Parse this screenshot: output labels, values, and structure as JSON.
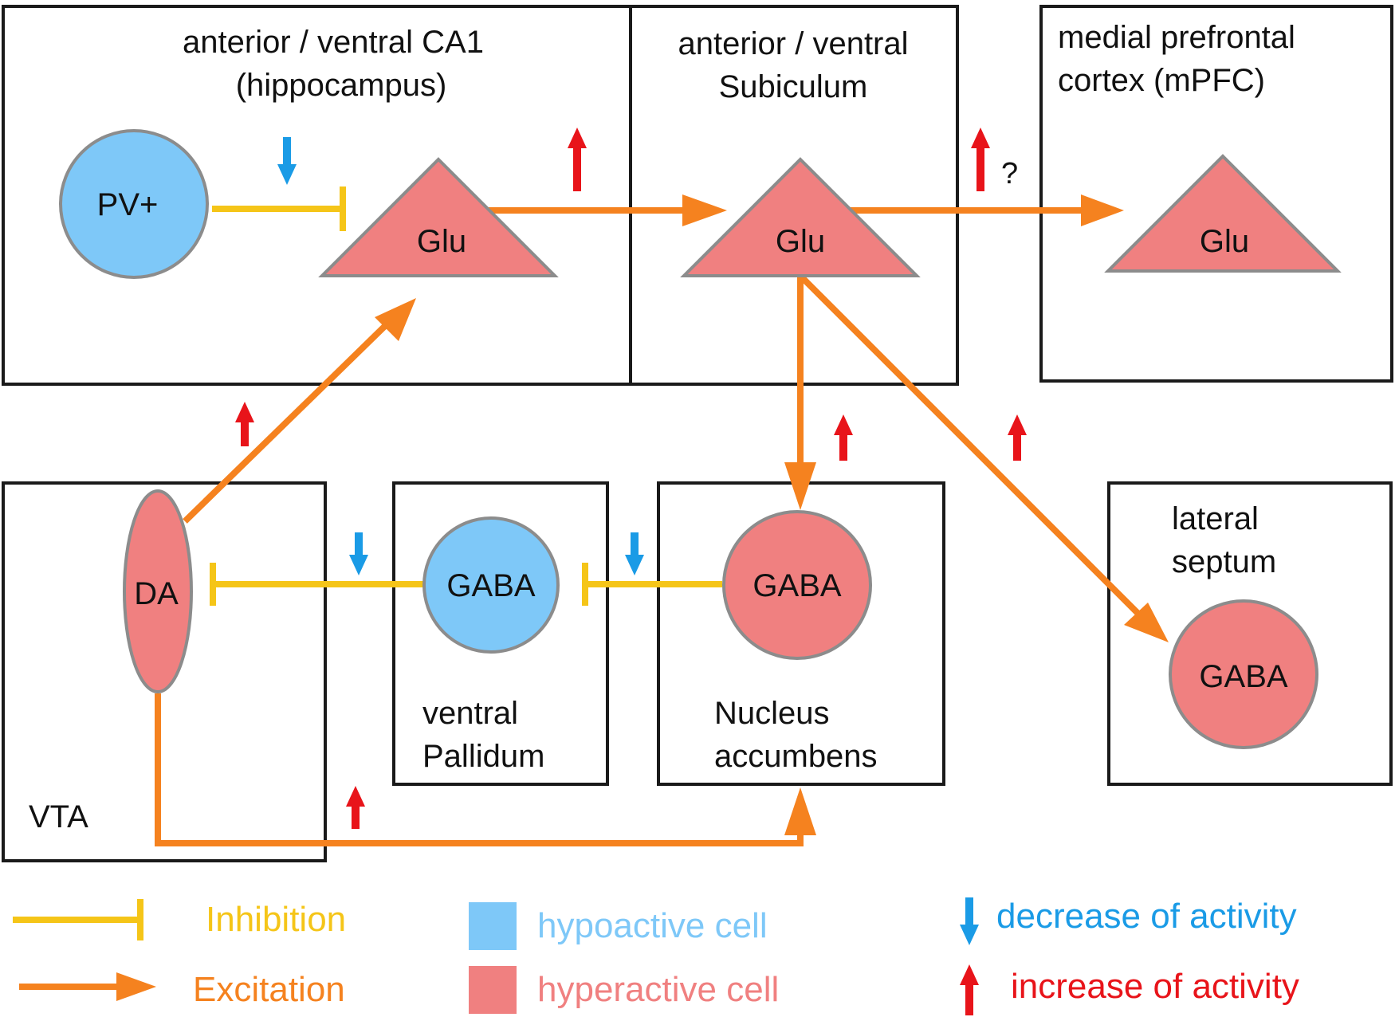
{
  "colors": {
    "inhibition": "#f5c518",
    "excitation": "#f5821f",
    "hypoactive": "#7ec8f8",
    "hyperactive": "#f08080",
    "decrease": "#1a9be6",
    "increase": "#e8141a",
    "box_border": "#1a1a1a",
    "cell_border": "#8c8c8c"
  },
  "regions": {
    "ca1": {
      "line1": "anterior / ventral CA1",
      "line2": "(hippocampus)"
    },
    "subiculum": {
      "line1": "anterior / ventral",
      "line2": "Subiculum"
    },
    "mpfc": {
      "line1": "medial prefrontal",
      "line2": "cortex (mPFC)"
    },
    "vta": {
      "label": "VTA"
    },
    "vp": {
      "line1": "ventral",
      "line2": "Pallidum"
    },
    "nac": {
      "line1": "Nucleus",
      "line2": "accumbens"
    },
    "ls": {
      "line1": "lateral",
      "line2": "septum"
    }
  },
  "cells": {
    "ca1_pv": {
      "label": "PV+",
      "state": "hypoactive"
    },
    "ca1_glu": {
      "label": "Glu",
      "state": "hyperactive"
    },
    "sub_glu": {
      "label": "Glu",
      "state": "hyperactive"
    },
    "mpfc_glu": {
      "label": "Glu",
      "state": "hyperactive"
    },
    "vta_da": {
      "label": "DA",
      "state": "hyperactive"
    },
    "vp_gaba": {
      "label": "GABA",
      "state": "hypoactive"
    },
    "nac_gaba": {
      "label": "GABA",
      "state": "hyperactive"
    },
    "ls_gaba": {
      "label": "GABA",
      "state": "hyperactive"
    }
  },
  "annotations": {
    "uncertain_mark": "?"
  },
  "legend": {
    "inhibition": "Inhibition",
    "excitation": "Excitation",
    "hypoactive": "hypoactive cell",
    "hyperactive": "hyperactive cell",
    "decrease": "decrease of activity",
    "increase": "increase of activity"
  }
}
